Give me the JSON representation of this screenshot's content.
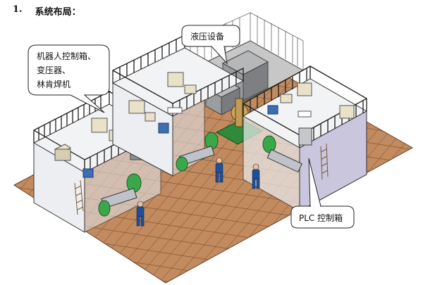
{
  "heading": {
    "number": "1.",
    "title": "系统布局："
  },
  "callouts": {
    "robot_box_lines": [
      "机器人控制箱、",
      "变压器、",
      "林肯焊机"
    ],
    "hydraulic": "液压设备",
    "plc": "PLC 控制箱"
  },
  "colors": {
    "floor_light": "#c28a5f",
    "floor_dark": "#8a5a38",
    "wall": "#f2f3f5",
    "wall_shade": "#d9dbe2",
    "side_wall": "#c9c6dd",
    "railing": "#1b1b1b",
    "equipment_gray": "#8f9091",
    "robot_green": "#3aa84a",
    "worker_blue": "#1f4f96",
    "boxes_beige": "#e9e1c8"
  }
}
